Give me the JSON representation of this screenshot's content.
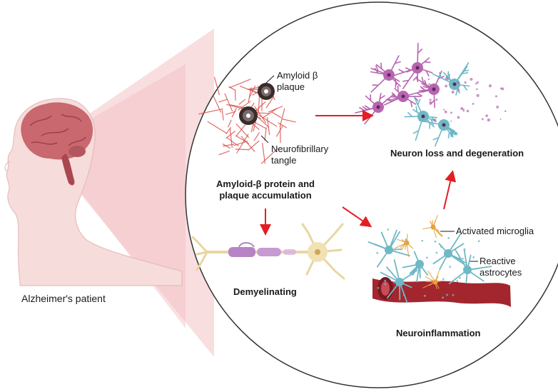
{
  "patient_label": "Alzheimer's patient",
  "plaque": {
    "callout_line1": "Amyloid β",
    "callout_line2": "plaque",
    "tangle_line1": "Neurofibrillary",
    "tangle_line2": "tangle",
    "caption_line1": "Amyloid-β protein and",
    "caption_line2": "plaque accumulation"
  },
  "neuron_loss": {
    "caption": "Neuron loss and degeneration"
  },
  "demyelinating": {
    "caption": "Demyelinating"
  },
  "neuroinflammation": {
    "caption": "Neuroinflammation",
    "microglia_label": "Activated microglia",
    "astrocytes_line1": "Reactive",
    "astrocytes_line2": "astrocytes"
  },
  "colors": {
    "arrow": "#e31e24",
    "circle_fill": "#ffffff",
    "circle_stroke": "#333333",
    "beam": "#f5c9cc",
    "skin": "#f4d3d1",
    "brain": "#c8686f",
    "tangle": "#d9534f",
    "neuron_purple": "#b765b0",
    "neuron_blue": "#6fb8c6",
    "axon_yellow": "#e9d6a0",
    "myelin": "#b783c4",
    "vessel": "#a3262e",
    "microglia": "#e6a23c"
  }
}
